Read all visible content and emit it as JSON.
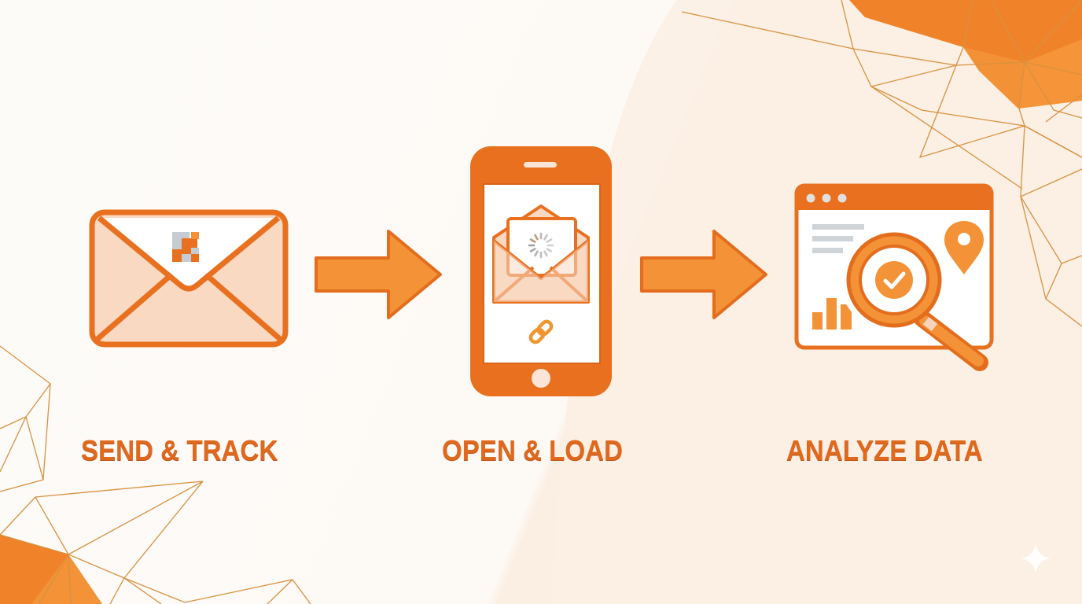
{
  "colors": {
    "primary_orange": "#e8701f",
    "light_orange": "#f39237",
    "peach_fill": "#f9d9c2",
    "background": "#fdfaf6",
    "background_right": "#fbeee2",
    "line_gold": "#d8913f",
    "gray": "#c9ced3",
    "label_color": "#e0691d"
  },
  "steps": [
    {
      "id": "send",
      "label": "SEND & TRACK",
      "icon": "envelope-with-tracking-pixel-icon"
    },
    {
      "id": "open",
      "label": "OPEN & LOAD",
      "icon": "smartphone-open-envelope-loading-icon"
    },
    {
      "id": "analyze",
      "label": "ANALYZE DATA",
      "icon": "browser-analytics-magnifier-icon"
    }
  ],
  "connectors": [
    {
      "from": "send",
      "to": "open",
      "icon": "arrow-right-icon"
    },
    {
      "from": "open",
      "to": "analyze",
      "icon": "arrow-right-icon"
    }
  ],
  "decorations": {
    "corner_top_right": "low-poly-orange-mesh",
    "corner_bottom_left": "low-poly-orange-mesh",
    "corner_bottom_right": "sparkle-icon"
  }
}
